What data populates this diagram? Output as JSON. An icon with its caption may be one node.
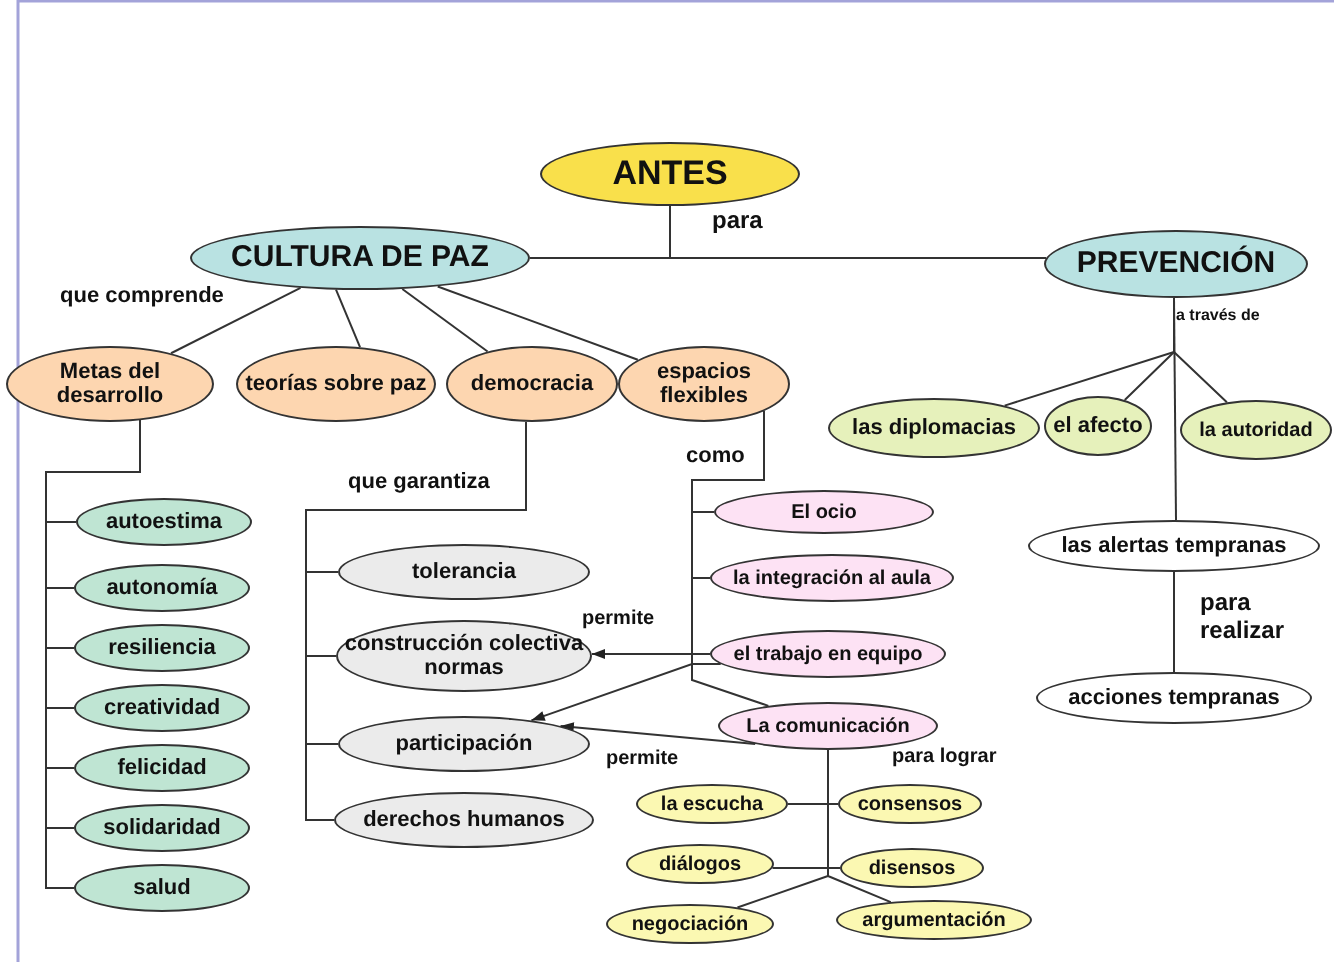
{
  "diagram": {
    "nodes": [
      {
        "text": [
          "ANTES"
        ]
      },
      {
        "text": [
          "CULTURA DE PAZ"
        ]
      },
      {
        "text": [
          "PREVENCIÓN"
        ]
      },
      {
        "text": [
          "Metas del desarrollo"
        ]
      },
      {
        "text": [
          "teorías sobre paz"
        ]
      },
      {
        "text": [
          "democracia"
        ]
      },
      {
        "text": [
          "espacios flexibles"
        ]
      },
      {
        "text": [
          "las diplomacias"
        ]
      },
      {
        "text": [
          "el afecto"
        ]
      },
      {
        "text": [
          "la autoridad"
        ]
      },
      {
        "text": [
          "las alertas tempranas"
        ]
      },
      {
        "text": [
          "acciones tempranas"
        ]
      },
      {
        "text": [
          "autoestima"
        ]
      },
      {
        "text": [
          "autonomía"
        ]
      },
      {
        "text": [
          "resiliencia"
        ]
      },
      {
        "text": [
          "creatividad"
        ]
      },
      {
        "text": [
          "felicidad"
        ]
      },
      {
        "text": [
          "solidaridad"
        ]
      },
      {
        "text": [
          "salud"
        ]
      },
      {
        "text": [
          "tolerancia"
        ]
      },
      {
        "text": [
          "construcción colectiva  normas"
        ]
      },
      {
        "text": [
          "participación"
        ]
      },
      {
        "text": [
          "derechos humanos"
        ]
      },
      {
        "text": [
          "El ocio"
        ]
      },
      {
        "text": [
          "la integración al aula"
        ]
      },
      {
        "text": [
          "el trabajo en equipo"
        ]
      },
      {
        "text": [
          "La comunicación"
        ]
      },
      {
        "text": [
          "la escucha"
        ]
      },
      {
        "text": [
          "consensos"
        ]
      },
      {
        "text": [
          "diálogos"
        ]
      },
      {
        "text": [
          "disensos"
        ]
      },
      {
        "text": [
          "negociación"
        ]
      },
      {
        "text": [
          "argumentación"
        ]
      }
    ],
    "edges": [
      {
        "from": 0,
        "to": 1,
        "arrow": "none"
      },
      {
        "from": 0,
        "to": 2,
        "arrow": "none"
      },
      {
        "from": 1,
        "to": 3,
        "arrow": "none"
      },
      {
        "from": 1,
        "to": 4,
        "arrow": "none"
      },
      {
        "from": 1,
        "to": 5,
        "arrow": "none"
      },
      {
        "from": 1,
        "to": 6,
        "arrow": "none"
      },
      {
        "from": 2,
        "to": 7,
        "arrow": "none"
      },
      {
        "from": 2,
        "to": 8,
        "arrow": "none"
      },
      {
        "from": 2,
        "to": 9,
        "arrow": "none"
      },
      {
        "from": 2,
        "to": 10,
        "arrow": "none"
      },
      {
        "from": 10,
        "to": 11,
        "arrow": "none"
      },
      {
        "from": 3,
        "to": 12,
        "arrow": "none"
      },
      {
        "from": 3,
        "to": 13,
        "arrow": "none"
      },
      {
        "from": 3,
        "to": 14,
        "arrow": "none"
      },
      {
        "from": 3,
        "to": 15,
        "arrow": "none"
      },
      {
        "from": 3,
        "to": 16,
        "arrow": "none"
      },
      {
        "from": 3,
        "to": 17,
        "arrow": "none"
      },
      {
        "from": 3,
        "to": 18,
        "arrow": "none"
      },
      {
        "from": 5,
        "to": 19,
        "arrow": "none"
      },
      {
        "from": 5,
        "to": 20,
        "arrow": "none"
      },
      {
        "from": 5,
        "to": 21,
        "arrow": "none"
      },
      {
        "from": 5,
        "to": 22,
        "arrow": "none"
      },
      {
        "from": 6,
        "to": 23,
        "arrow": "none"
      },
      {
        "from": 6,
        "to": 24,
        "arrow": "none"
      },
      {
        "from": 6,
        "to": 25,
        "arrow": "none"
      },
      {
        "from": 6,
        "to": 26,
        "arrow": "none"
      },
      {
        "from": 25,
        "to": 20,
        "arrow": "to",
        "label": "permite"
      },
      {
        "from": 25,
        "to": 21,
        "arrow": "to"
      },
      {
        "from": 26,
        "to": 21,
        "arrow": "to",
        "label": "permite"
      },
      {
        "from": 26,
        "to": 27,
        "arrow": "none"
      },
      {
        "from": 26,
        "to": 28,
        "arrow": "none"
      },
      {
        "from": 26,
        "to": 29,
        "arrow": "none"
      },
      {
        "from": 26,
        "to": 30,
        "arrow": "none"
      },
      {
        "from": 26,
        "to": 31,
        "arrow": "none"
      },
      {
        "from": 26,
        "to": 32,
        "arrow": "none"
      }
    ],
    "labels": [
      "para",
      "que comprende",
      "a través de",
      "que garantiza",
      "como",
      "para realizar",
      "para lograr"
    ]
  }
}
